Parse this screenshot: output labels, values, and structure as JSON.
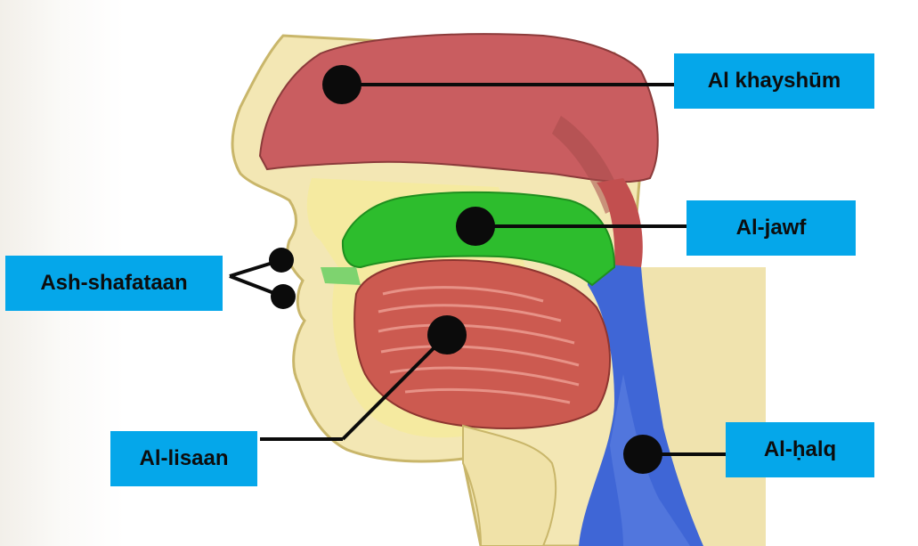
{
  "colors": {
    "label_bg": "#05a7ea",
    "label_text": "#0d0d0d",
    "nasal_cavity": "#c75a5e",
    "oral_cavity": "#2dbd2d",
    "tongue": "#c9564e",
    "throat": "#3f66d6",
    "skin": "#f2e6b0",
    "marker": "#0b0b0b"
  },
  "diagram": {
    "labels": [
      {
        "id": "khayshum",
        "text": "Al  khayshūm"
      },
      {
        "id": "jawf",
        "text": "Al-jawf"
      },
      {
        "id": "shafataan",
        "text": "Ash-shafataan"
      },
      {
        "id": "lisaan",
        "text": "Al-lisaan"
      },
      {
        "id": "halq",
        "text": "Al-ḥalq"
      }
    ]
  }
}
